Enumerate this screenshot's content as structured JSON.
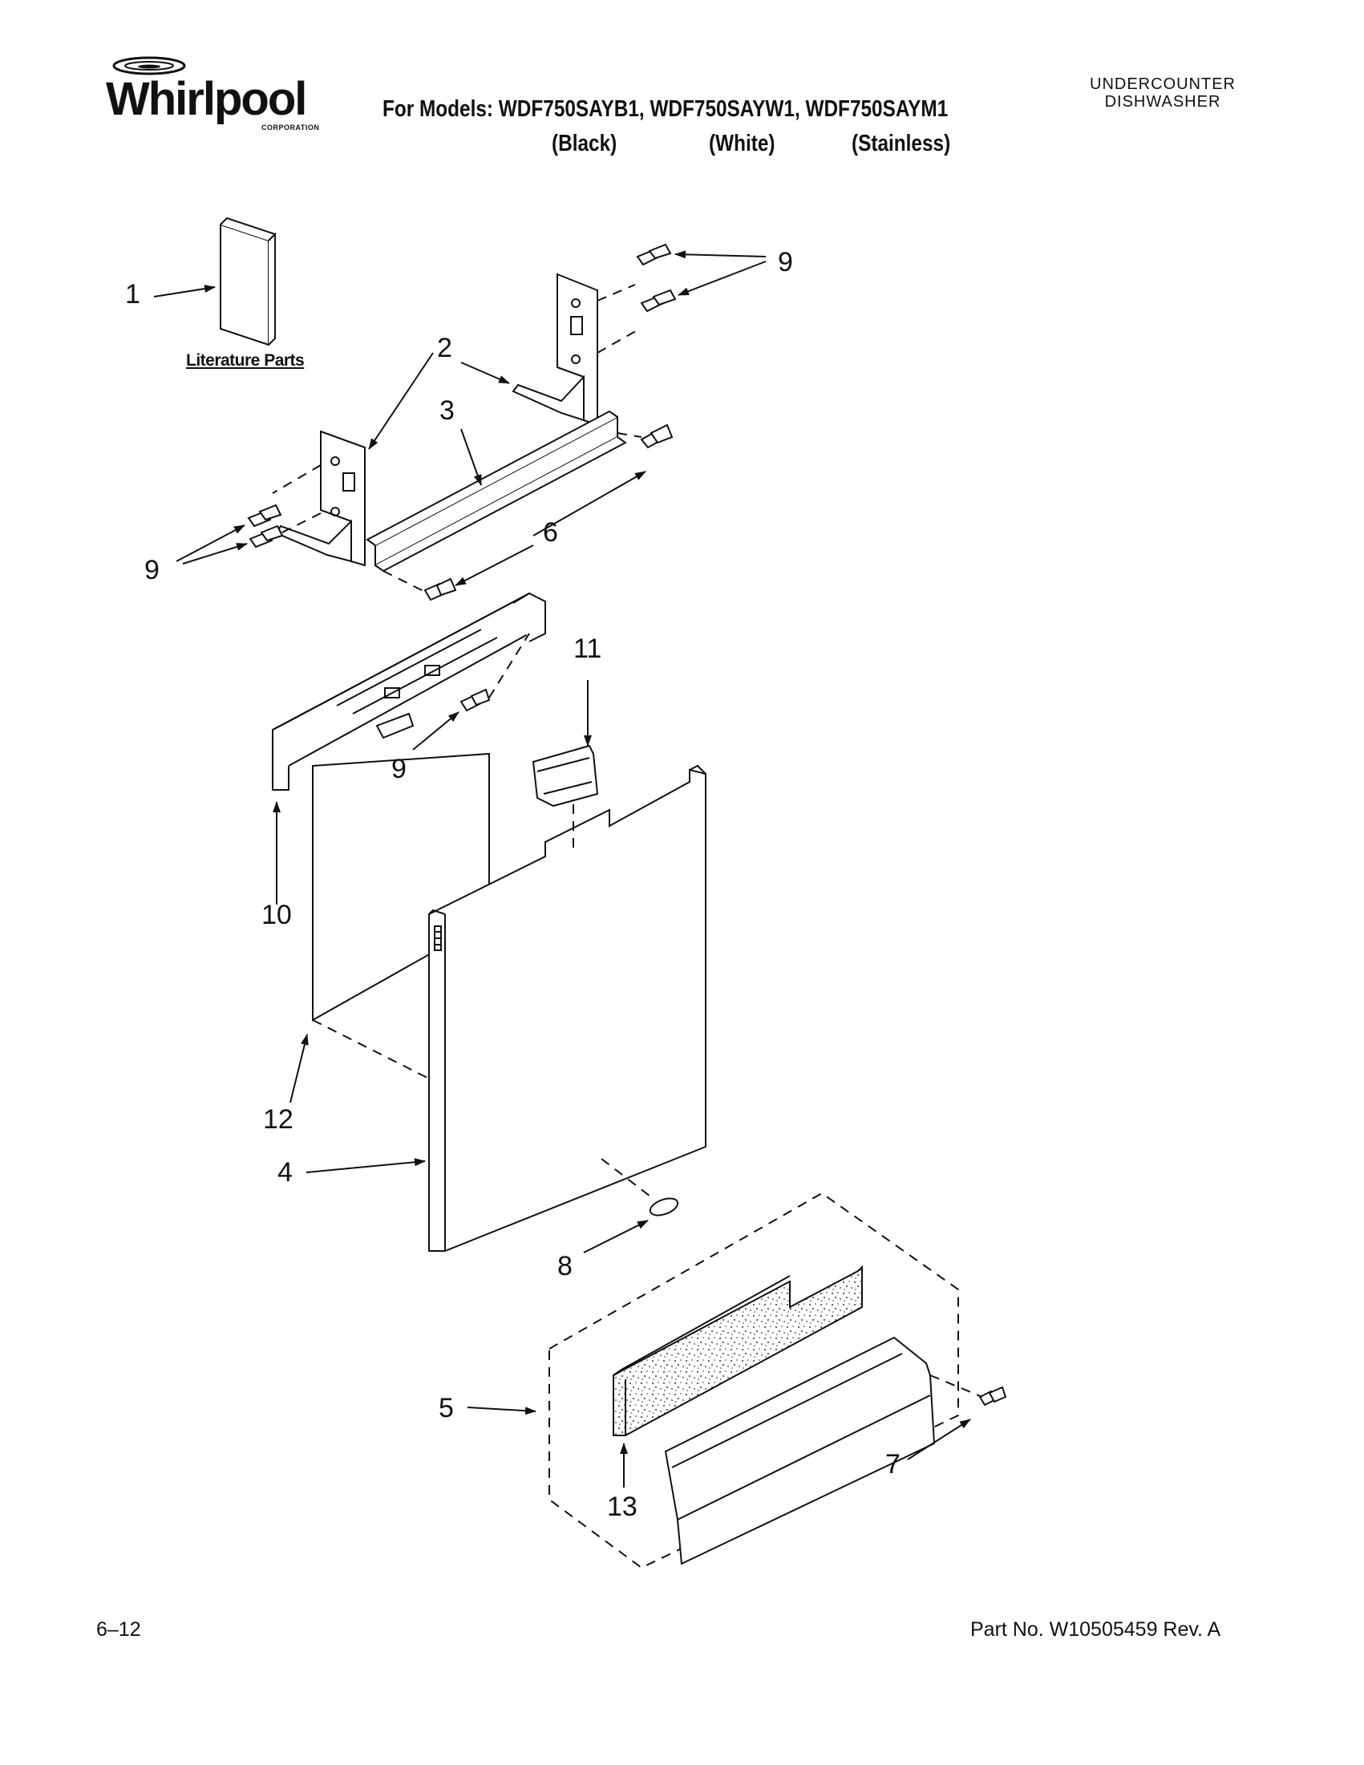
{
  "brand": {
    "name": "Whirlpool",
    "sub": "CORPORATION"
  },
  "header": {
    "models_line": "For Models: WDF750SAYB1, WDF750SAYW1, WDF750SAYM1",
    "colors": [
      "(Black)",
      "(White)",
      "(Stainless)"
    ],
    "doc_type": [
      "UNDERCOUNTER",
      "DISHWASHER"
    ]
  },
  "literature_label": "Literature Parts",
  "callouts": [
    "1",
    "2",
    "3",
    "9",
    "9",
    "6",
    "11",
    "9",
    "10",
    "12",
    "4",
    "8",
    "5",
    "7",
    "13"
  ],
  "footer": {
    "date": "6–12",
    "part_no": "Part No. W10505459 Rev. A"
  }
}
